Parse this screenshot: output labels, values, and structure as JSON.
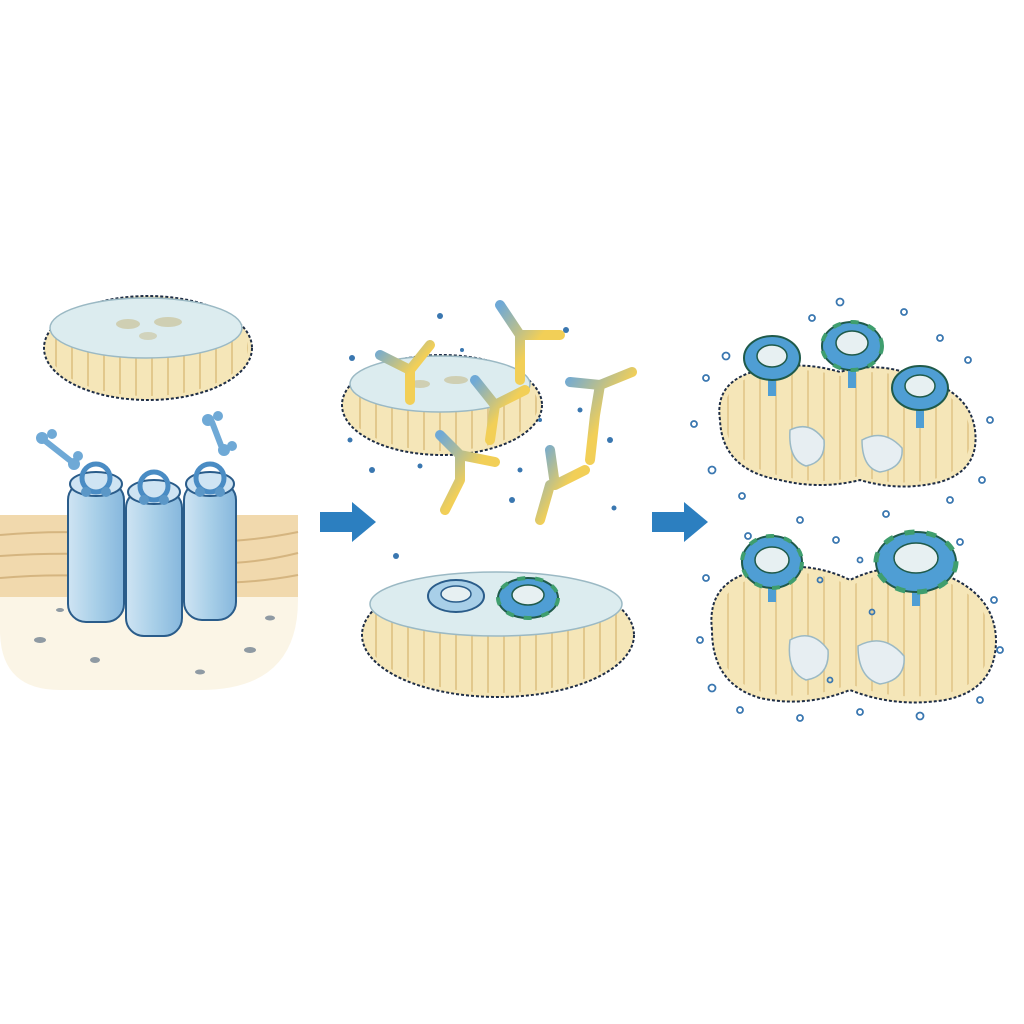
{
  "diagram": {
    "panels": [
      {
        "id": "panel-1",
        "stage": "receptor-channels-in-membrane"
      },
      {
        "id": "panel-2",
        "stage": "antibodies-bind-vesicle"
      },
      {
        "id": "panel-3",
        "stage": "pore-rings-lyse-vesicles"
      }
    ],
    "arrows": 2,
    "colors": {
      "membrane": "#f1d9ad",
      "vesicle_body": "#f5e6b8",
      "vesicle_top": "#dcecef",
      "outline": "#1e2d45",
      "receptor": "#a8cfe8",
      "receptor_dark": "#5b97c7",
      "antibody_yellow": "#f2cf57",
      "antibody_blue": "#6fa9d6",
      "ring_blue": "#4f9ed4",
      "ring_green": "#3f9e6e",
      "arrow": "#2c7fc0",
      "bubble": "#3a77b0"
    }
  }
}
